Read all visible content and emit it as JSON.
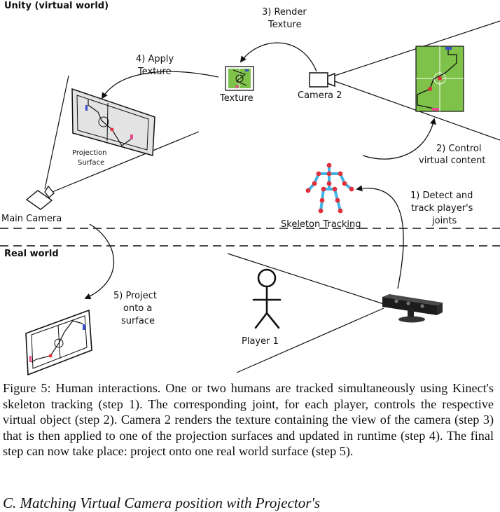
{
  "diagram": {
    "region_virtual": "Unity (virtual world)",
    "region_real": "Real world",
    "step_render_texture": [
      "3) Render",
      "Texture"
    ],
    "step_apply_texture": [
      "4) Apply",
      "Texture"
    ],
    "label_texture": "Texture",
    "label_camera2": "Camera 2",
    "label_projection_surface": [
      "Projection",
      "Surface"
    ],
    "step_control": [
      "2) Control",
      "virtual content"
    ],
    "step_detect": [
      "1) Detect and",
      "track player's",
      "joints"
    ],
    "label_skeleton_tracking": "Skeleton Tracking",
    "label_main_camera": "Main Camera",
    "step_project": [
      "5) Project",
      "onto a",
      "surface"
    ],
    "label_player": "Player 1",
    "colors": {
      "field_green": "#7ec24a",
      "joint_red": "#e0313c",
      "bone_cyan": "#3fb4e8",
      "marker_pink": "#e64c8c",
      "marker_blue": "#3c4cc8",
      "surface_gray": "#e3e3e3"
    }
  },
  "caption": "Figure 5: Human interactions. One or two humans are tracked simultaneously using Kinect's skeleton tracking (step 1). The corresponding joint, for each player, controls the respective virtual object (step 2). Camera 2 renders the texture containing the view of the camera (step 3) that is then applied to one of the projection surfaces and updated in runtime (step 4). The final step can now take place: project onto one real world surface (step 5).",
  "next_section_heading": "C. Matching Virtual Camera position with Projector's"
}
